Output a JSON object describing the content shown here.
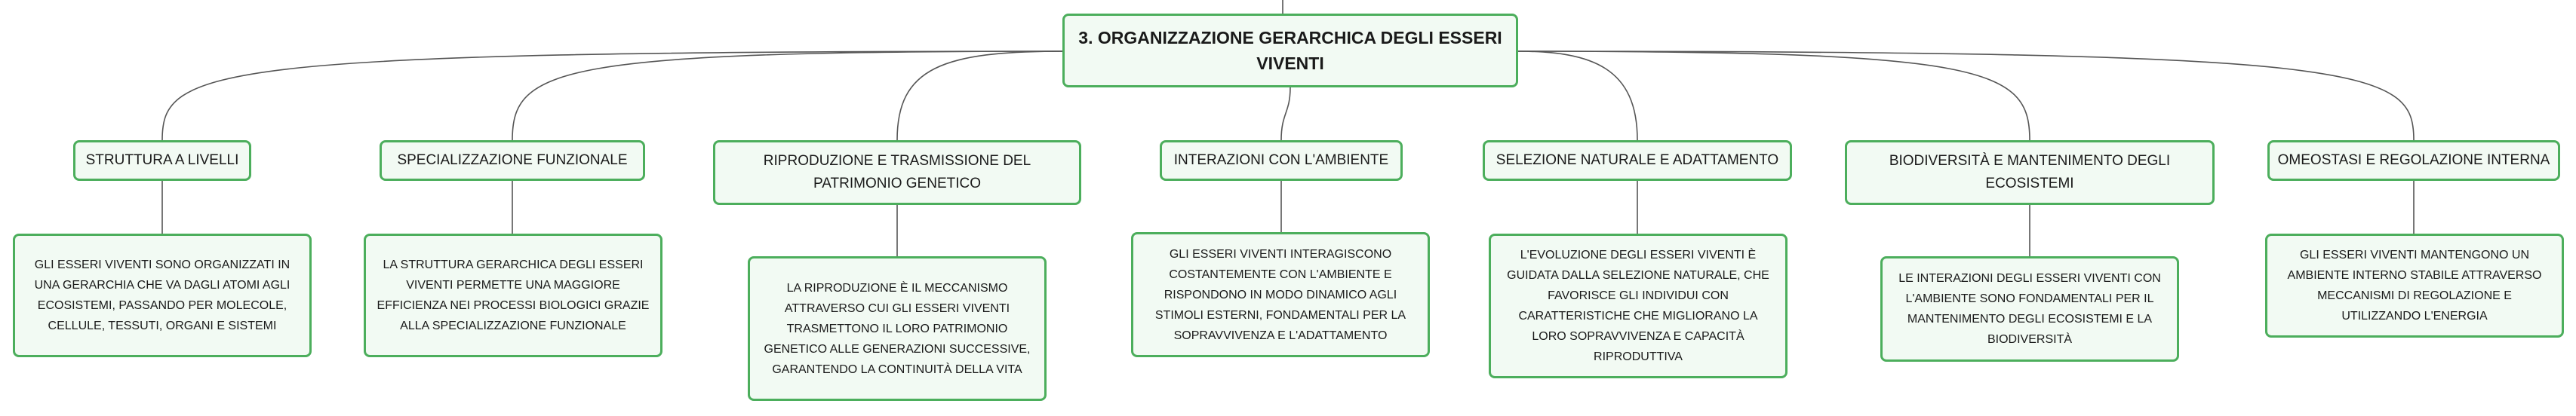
{
  "colors": {
    "border": "#4cae5c",
    "fill": "#f2faf3",
    "text": "#1a1a1a",
    "connector": "#555555"
  },
  "root": {
    "title": "3. ORGANIZZAZIONE GERARCHICA DEGLI ESSERI VIVENTI"
  },
  "branches": [
    {
      "topic": "STRUTTURA A LIVELLI",
      "detail": "GLI ESSERI VIVENTI SONO ORGANIZZATI IN UNA GERARCHIA CHE VA DAGLI ATOMI AGLI ECOSISTEMI, PASSANDO PER MOLECOLE, CELLULE, TESSUTI, ORGANI E SISTEMI"
    },
    {
      "topic": "SPECIALIZZAZIONE FUNZIONALE",
      "detail": "LA STRUTTURA GERARCHICA DEGLI ESSERI VIVENTI PERMETTE UNA MAGGIORE EFFICIENZA NEI PROCESSI BIOLOGICI GRAZIE ALLA SPECIALIZZAZIONE FUNZIONALE"
    },
    {
      "topic": "RIPRODUZIONE E TRASMISSIONE DEL PATRIMONIO GENETICO",
      "detail": "LA RIPRODUZIONE È IL MECCANISMO ATTRAVERSO CUI GLI ESSERI VIVENTI TRASMETTONO IL LORO PATRIMONIO GENETICO ALLE GENERAZIONI SUCCESSIVE, GARANTENDO LA CONTINUITÀ DELLA VITA"
    },
    {
      "topic": "INTERAZIONI CON L'AMBIENTE",
      "detail": "GLI ESSERI VIVENTI INTERAGISCONO COSTANTEMENTE CON L'AMBIENTE E RISPONDONO IN MODO DINAMICO AGLI STIMOLI ESTERNI, FONDAMENTALI PER LA SOPRAVVIVENZA E L'ADATTAMENTO"
    },
    {
      "topic": "SELEZIONE NATURALE E ADATTAMENTO",
      "detail": "L'EVOLUZIONE DEGLI ESSERI VIVENTI È GUIDATA DALLA SELEZIONE NATURALE, CHE FAVORISCE GLI INDIVIDUI CON CARATTERISTICHE CHE MIGLIORANO LA LORO SOPRAVVIVENZA E CAPACITÀ RIPRODUTTIVA"
    },
    {
      "topic": "BIODIVERSITÀ E MANTENIMENTO DEGLI ECOSISTEMI",
      "detail": "LE INTERAZIONI DEGLI ESSERI VIVENTI CON L'AMBIENTE SONO FONDAMENTALI PER IL MANTENIMENTO DEGLI ECOSISTEMI E LA BIODIVERSITÀ"
    },
    {
      "topic": "OMEOSTASI E REGOLAZIONE INTERNA",
      "detail": "GLI ESSERI VIVENTI MANTENGONO UN AMBIENTE INTERNO STABILE ATTRAVERSO MECCANISMI DI REGOLAZIONE E UTILIZZANDO L'ENERGIA"
    }
  ]
}
